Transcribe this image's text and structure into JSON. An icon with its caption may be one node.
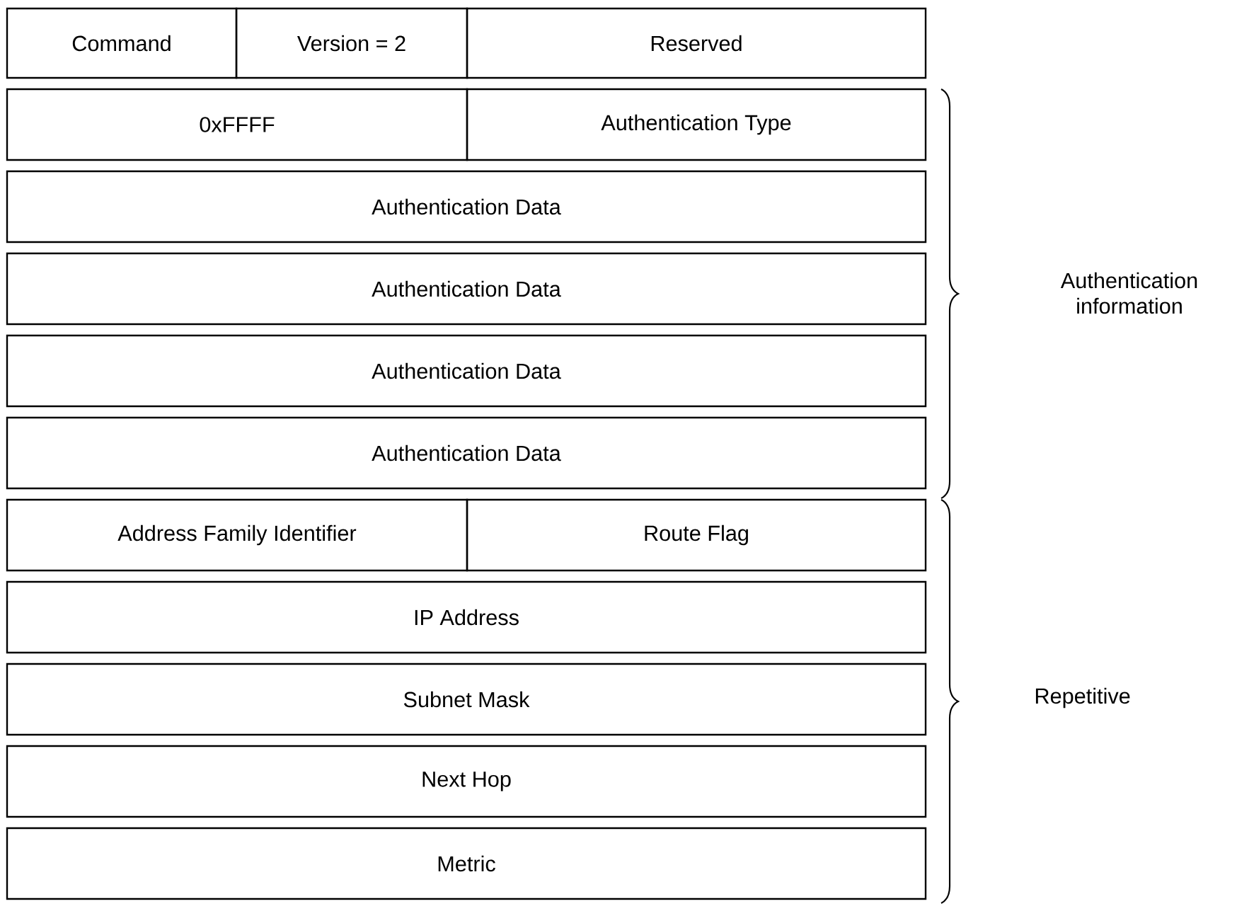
{
  "diagram": {
    "nodes": [
      {
        "text": [
          "Command"
        ]
      },
      {
        "text": [
          "Version = 2"
        ]
      },
      {
        "text": [
          "Reserved"
        ]
      },
      {
        "text": [
          "0xFFFF"
        ]
      },
      {
        "text": [
          "Authentication Type"
        ]
      },
      {
        "text": [
          "Authentication Data"
        ]
      },
      {
        "text": [
          "Authentication Data"
        ]
      },
      {
        "text": [
          "Authentication Data"
        ]
      },
      {
        "text": [
          "Authentication Data"
        ]
      },
      {
        "text": [
          "Address Family Identifier"
        ]
      },
      {
        "text": [
          "Route Flag"
        ]
      },
      {
        "text": [
          "IP Address"
        ]
      },
      {
        "text": [
          "Subnet Mask"
        ]
      },
      {
        "text": [
          "Next Hop"
        ]
      },
      {
        "text": [
          "Metric"
        ]
      }
    ],
    "labels": [
      "Authentication information",
      "Repetitive"
    ]
  }
}
